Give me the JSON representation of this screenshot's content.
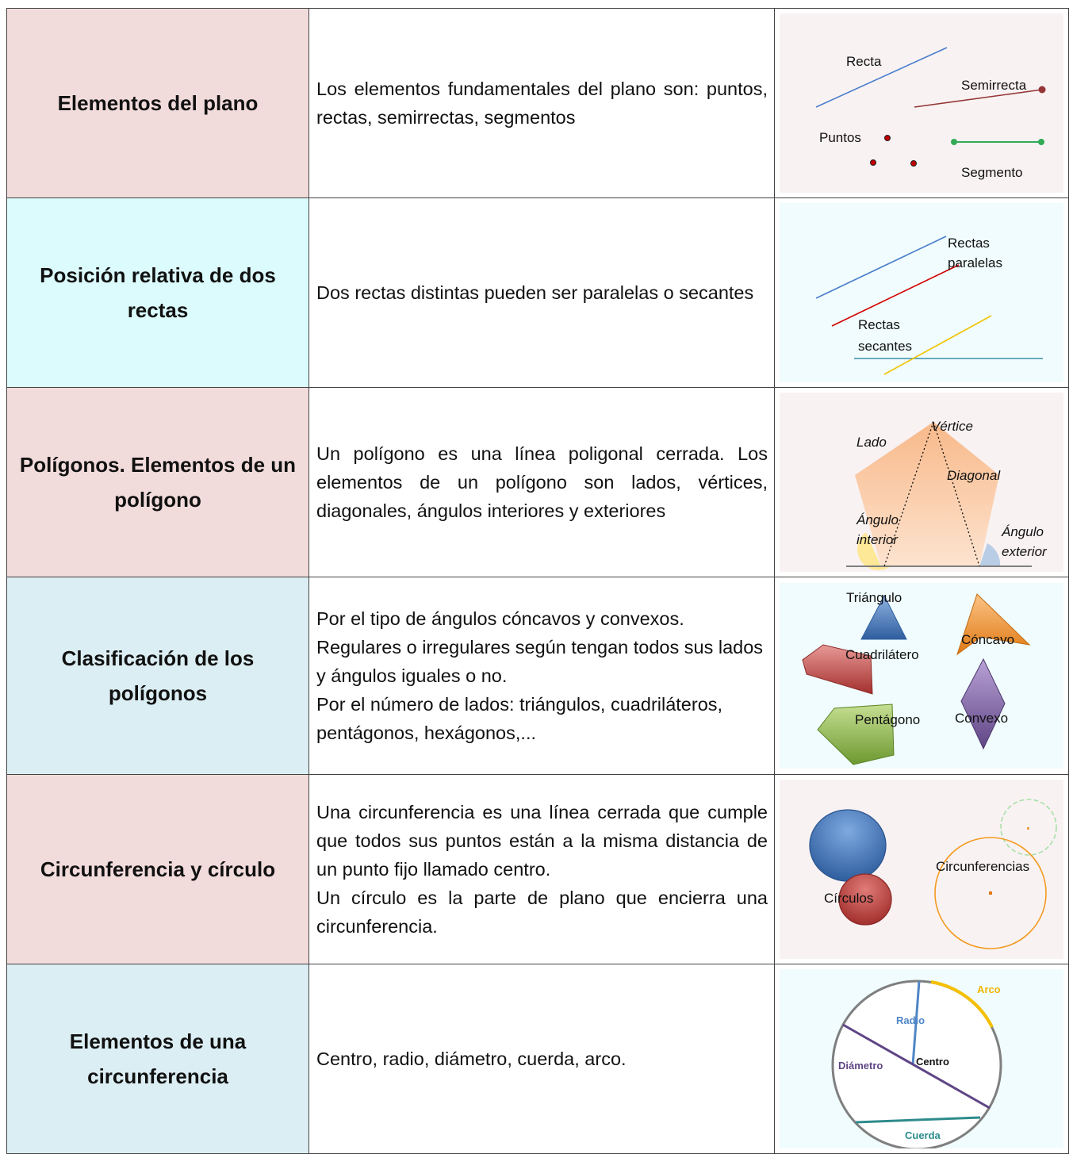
{
  "colors": {
    "pink": "#f2dcdb",
    "cyan": "#dbfbfd",
    "blue": "#dbeef3",
    "pic_pink": "#f9f2f3",
    "pic_cyan": "#f0fcfd"
  },
  "rows": [
    {
      "title": "Elementos del plano",
      "desc": "Los elementos fundamentales del plano son: puntos, rectas, semirrectas, segmentos",
      "figure": {
        "recta": "Recta",
        "semirrecta": "Semirrecta",
        "puntos": "Puntos",
        "segmento": "Segmento"
      }
    },
    {
      "title": "Posición relativa de dos rectas",
      "desc": "Dos rectas distintas pueden ser paralelas o secantes",
      "figure": {
        "paralelas_1": "Rectas",
        "paralelas_2": "paralelas",
        "secantes_1": "Rectas",
        "secantes_2": "secantes"
      }
    },
    {
      "title": "Polígonos. Elementos de un polígono",
      "desc": "Un polígono es una línea poligonal cerrada. Los elementos de un polígono son lados, vértices, diagonales, ángulos interiores y exteriores",
      "figure": {
        "lado": "Lado",
        "vertice": "Vértice",
        "diagonal": "Diagonal",
        "angulo_int_1": "Ángulo",
        "angulo_int_2": "interior",
        "angulo_ext_1": "Ángulo",
        "angulo_ext_2": "exterior"
      }
    },
    {
      "title": "Clasificación de los polígonos",
      "desc_lines": [
        "Por el tipo de ángulos cóncavos y convexos.",
        "Regulares o irregulares según tengan todos sus lados y ángulos iguales o no.",
        "Por el número de lados: triángulos, cuadriláteros, pentágonos, hexágonos,..."
      ],
      "figure": {
        "triangulo": "Triángulo",
        "concavo": "Cóncavo",
        "cuadrilatero": "Cuadrilátero",
        "pentagono": "Pentágono",
        "convexo": "Convexo"
      }
    },
    {
      "title": "Circunferencia y círculo",
      "desc_lines": [
        "Una circunferencia es una línea cerrada que cumple que todos sus puntos están a la misma distancia de un punto fijo llamado centro.",
        "Un círculo es la parte de plano que encierra una circunferencia."
      ],
      "figure": {
        "circunferencias": "Circunferencias",
        "circulos": "Círculos"
      }
    },
    {
      "title": "Elementos de una circunferencia",
      "desc": "Centro, radio, diámetro, cuerda, arco.",
      "figure": {
        "arco": "Arco",
        "radio": "Radio",
        "diametro": "Diámetro",
        "centro": "Centro",
        "cuerda": "Cuerda"
      }
    }
  ]
}
